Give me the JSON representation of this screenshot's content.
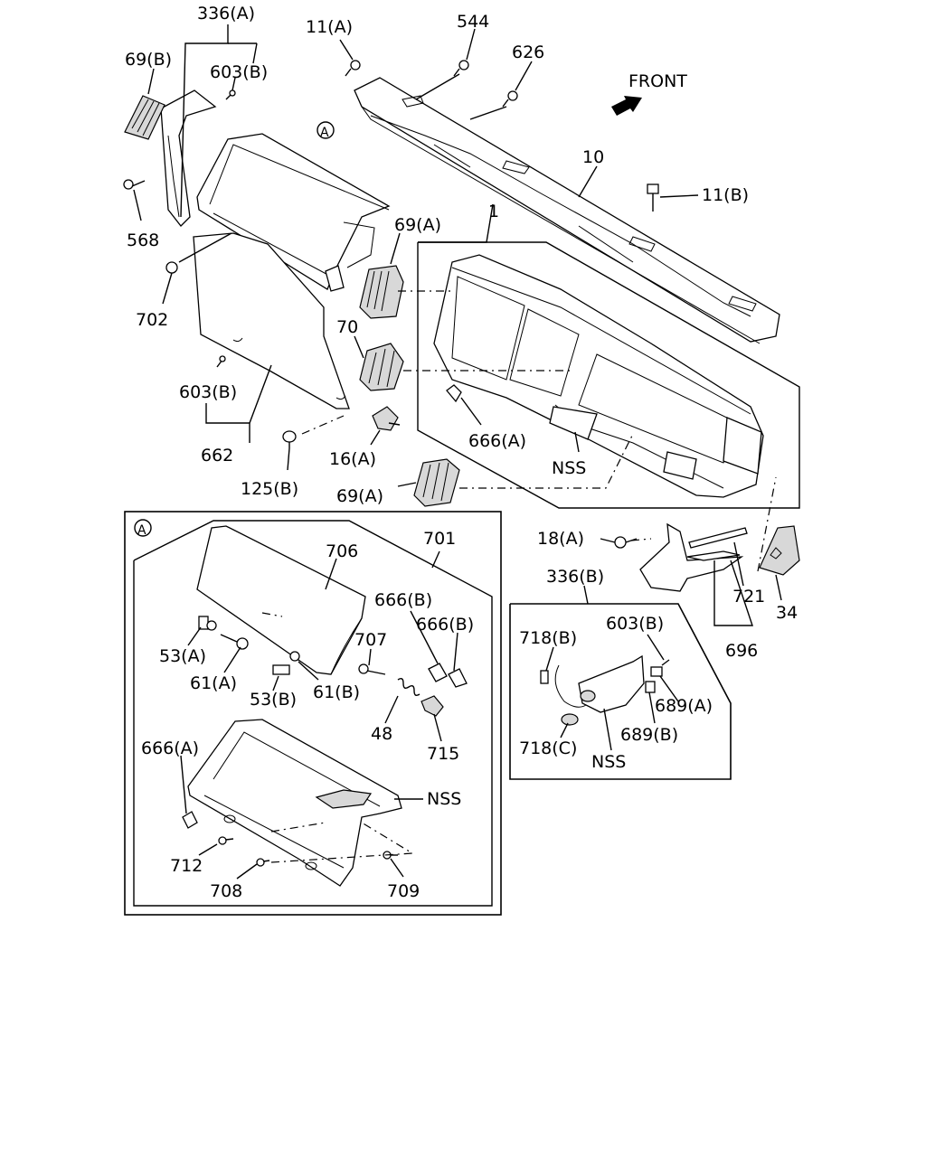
{
  "front_label": "FRONT",
  "detail_marker": "A",
  "labels": {
    "l_336a": "336(A)",
    "l_69b": "69(B)",
    "l_603b_top": "603(B)",
    "l_11a": "11(A)",
    "l_544": "544",
    "l_626": "626",
    "l_10": "10",
    "l_11b": "11(B)",
    "l_568": "568",
    "l_702": "702",
    "l_69a_top": "69(A)",
    "l_1": "1",
    "l_70": "70",
    "l_603b_mid": "603(B)",
    "l_662": "662",
    "l_666a_top": "666(A)",
    "l_nss_top": "NSS",
    "l_16a": "16(A)",
    "l_125b": "125(B)",
    "l_69a_bot": "69(A)",
    "l_18a": "18(A)",
    "l_336b": "336(B)",
    "l_721": "721",
    "l_34": "34",
    "l_696": "696",
    "l_718b": "718(B)",
    "l_603b_box": "603(B)",
    "l_689a": "689(A)",
    "l_689b": "689(B)",
    "l_718c": "718(C)",
    "l_nss_box": "NSS",
    "l_706": "706",
    "l_701": "701",
    "l_666b_1": "666(B)",
    "l_666b_2": "666(B)",
    "l_53a": "53(A)",
    "l_707": "707",
    "l_61a": "61(A)",
    "l_53b": "53(B)",
    "l_61b": "61(B)",
    "l_48": "48",
    "l_715": "715",
    "l_666a_box": "666(A)",
    "l_nss_det": "NSS",
    "l_712": "712",
    "l_708": "708",
    "l_709": "709"
  }
}
